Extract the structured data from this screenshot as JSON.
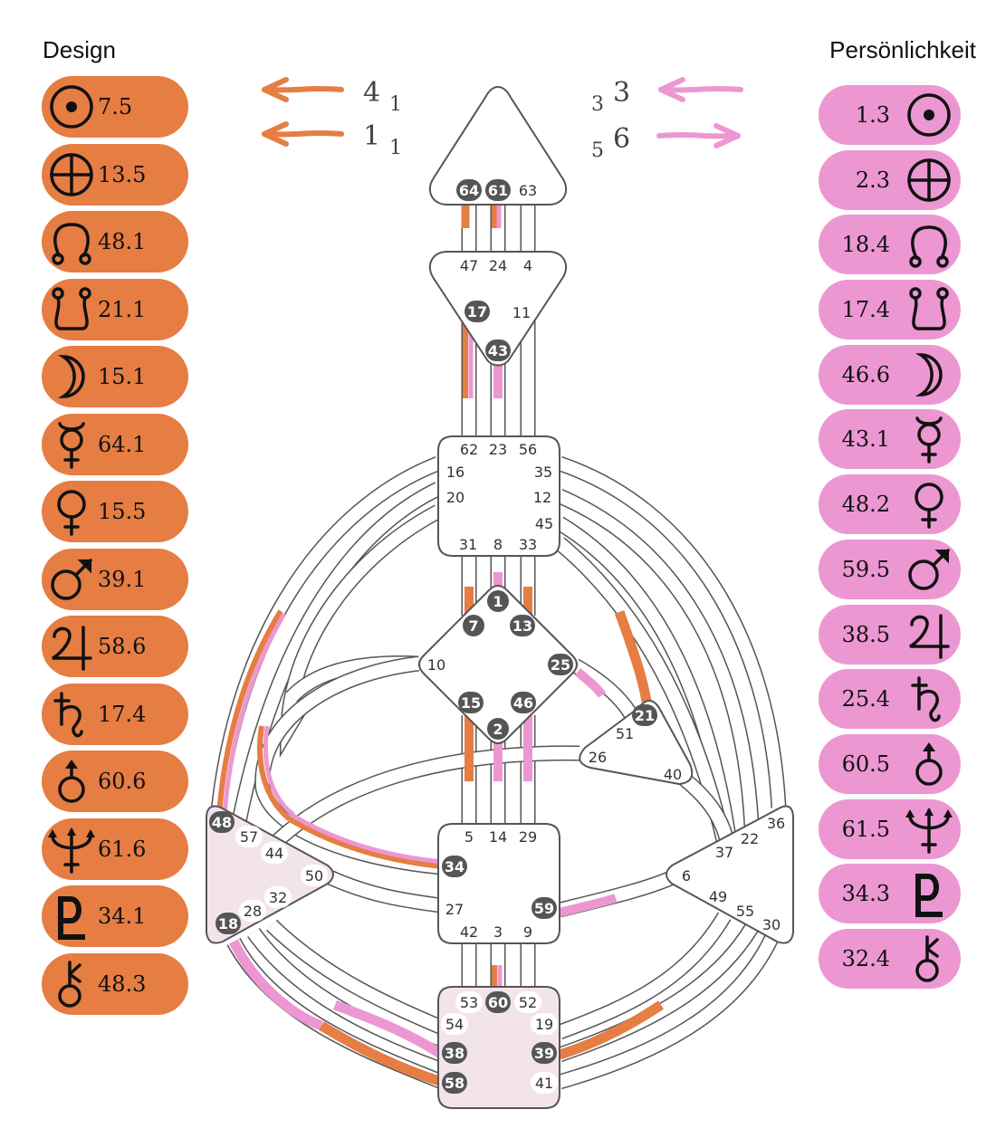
{
  "titles": {
    "design": "Design",
    "personality": "Persönlichkeit"
  },
  "colors": {
    "design": "#e67d43",
    "personality": "#ec97d2",
    "defined_center": "#f3e4ec",
    "gate_dark": "#555555",
    "line": "#555555"
  },
  "design": {
    "planets": [
      {
        "planet": "sun",
        "value": "7.5"
      },
      {
        "planet": "earth",
        "value": "13.5"
      },
      {
        "planet": "north-node",
        "value": "48.1"
      },
      {
        "planet": "south-node",
        "value": "21.1"
      },
      {
        "planet": "moon",
        "value": "15.1"
      },
      {
        "planet": "mercury",
        "value": "64.1"
      },
      {
        "planet": "venus",
        "value": "15.5"
      },
      {
        "planet": "mars",
        "value": "39.1"
      },
      {
        "planet": "jupiter",
        "value": "58.6"
      },
      {
        "planet": "saturn",
        "value": "17.4"
      },
      {
        "planet": "uranus",
        "value": "60.6"
      },
      {
        "planet": "neptune",
        "value": "61.6"
      },
      {
        "planet": "pluto",
        "value": "34.1"
      },
      {
        "planet": "chiron",
        "value": "48.3"
      }
    ],
    "arrows": [
      {
        "direction": "left",
        "number": "4",
        "sub": "1"
      },
      {
        "direction": "left",
        "number": "1",
        "sub": "1"
      }
    ]
  },
  "personality": {
    "planets": [
      {
        "planet": "sun",
        "value": "1.3"
      },
      {
        "planet": "earth",
        "value": "2.3"
      },
      {
        "planet": "north-node",
        "value": "18.4"
      },
      {
        "planet": "south-node",
        "value": "17.4"
      },
      {
        "planet": "moon",
        "value": "46.6"
      },
      {
        "planet": "mercury",
        "value": "43.1"
      },
      {
        "planet": "venus",
        "value": "48.2"
      },
      {
        "planet": "mars",
        "value": "59.5"
      },
      {
        "planet": "jupiter",
        "value": "38.5"
      },
      {
        "planet": "saturn",
        "value": "25.4"
      },
      {
        "planet": "uranus",
        "value": "60.5"
      },
      {
        "planet": "neptune",
        "value": "61.5"
      },
      {
        "planet": "pluto",
        "value": "34.3"
      },
      {
        "planet": "chiron",
        "value": "32.4"
      }
    ],
    "arrows": [
      {
        "direction": "left",
        "number": "3",
        "sub": "3"
      },
      {
        "direction": "right",
        "number": "6",
        "sub": "5"
      }
    ]
  },
  "centers": {
    "head": {
      "defined": false,
      "gates": [
        "64",
        "61",
        "63"
      ]
    },
    "ajna": {
      "defined": false,
      "gates": [
        "47",
        "24",
        "4",
        "17",
        "11",
        "43"
      ]
    },
    "throat": {
      "defined": false,
      "gates": [
        "62",
        "23",
        "56",
        "16",
        "35",
        "20",
        "12",
        "45",
        "31",
        "8",
        "33"
      ]
    },
    "g": {
      "defined": false,
      "gates": [
        "1",
        "7",
        "13",
        "10",
        "25",
        "15",
        "46",
        "2"
      ]
    },
    "ego": {
      "defined": false,
      "gates": [
        "21",
        "51",
        "26",
        "40"
      ]
    },
    "sacral": {
      "defined": false,
      "gates": [
        "5",
        "14",
        "29",
        "34",
        "27",
        "59",
        "42",
        "3",
        "9"
      ]
    },
    "spleen": {
      "defined": true,
      "gates": [
        "48",
        "57",
        "44",
        "50",
        "32",
        "28",
        "18"
      ]
    },
    "solar": {
      "defined": false,
      "gates": [
        "36",
        "22",
        "37",
        "6",
        "49",
        "55",
        "30"
      ]
    },
    "root": {
      "defined": true,
      "gates": [
        "53",
        "60",
        "52",
        "54",
        "19",
        "38",
        "39",
        "58",
        "41"
      ]
    }
  },
  "activated_gates": [
    "64",
    "61",
    "17",
    "43",
    "1",
    "7",
    "13",
    "25",
    "15",
    "46",
    "2",
    "21",
    "34",
    "59",
    "48",
    "18",
    "60",
    "38",
    "39",
    "58"
  ]
}
